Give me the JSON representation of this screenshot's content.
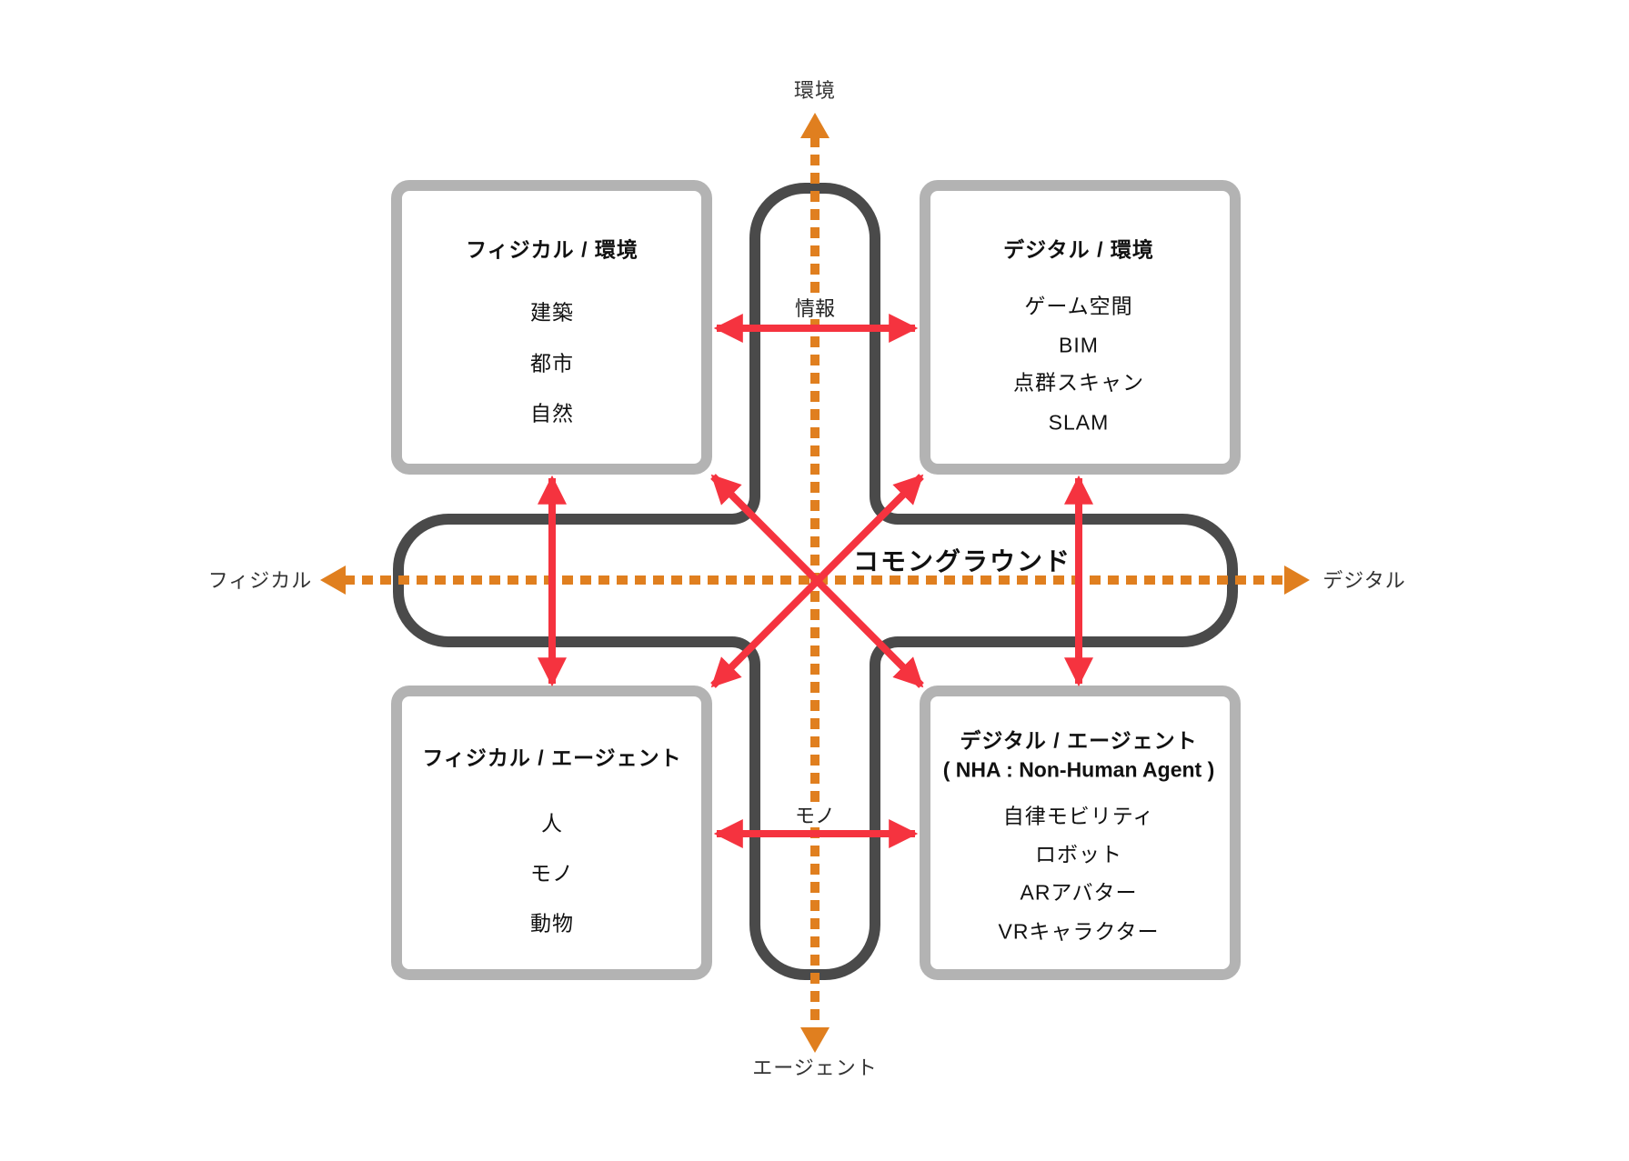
{
  "colors": {
    "axis": "#e07f1f",
    "flow_arrow": "#f5333f",
    "common_ground_outline": "#4a4a4a",
    "box_border": "#b3b3b3"
  },
  "axes": {
    "top": "環境",
    "bottom": "エージェント",
    "left": "フィジカル",
    "right": "デジタル"
  },
  "common_ground": "コモングラウンド",
  "flows": {
    "top": "情報",
    "bottom": "モノ"
  },
  "quadrants": {
    "physical_environment": {
      "title": "フィジカル / 環境",
      "items": [
        "建築",
        "都市",
        "自然"
      ]
    },
    "digital_environment": {
      "title": "デジタル / 環境",
      "items": [
        "ゲーム空間",
        "BIM",
        "点群スキャン",
        "SLAM"
      ]
    },
    "physical_agent": {
      "title": "フィジカル / エージェント",
      "items": [
        "人",
        "モノ",
        "動物"
      ]
    },
    "digital_agent": {
      "title": "デジタル / エージェント",
      "subtitle": "( NHA : Non-Human Agent )",
      "items": [
        "自律モビリティ",
        "ロボット",
        "ARアバター",
        "VRキャラクター"
      ]
    }
  }
}
